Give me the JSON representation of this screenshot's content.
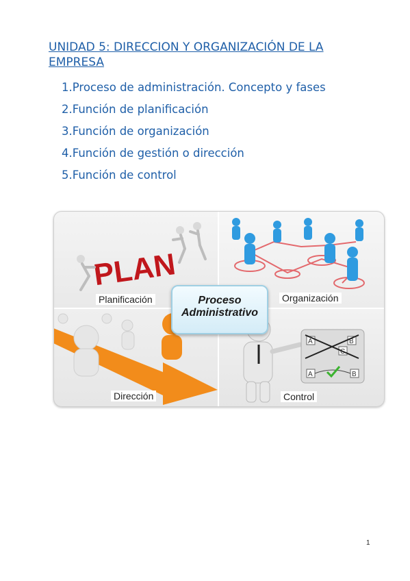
{
  "heading": "UNIDAD 5: DIRECCION Y ORGANIZACIÓN DE LA EMPRESA",
  "toc": [
    "1.Proceso de administración. Concepto y fases",
    "2.Función de planificación",
    "3.Función de organización",
    "4.Función de gestión o dirección",
    "5.Función de control"
  ],
  "figure": {
    "center_line1": "Proceso",
    "center_line2": "Administrativo",
    "plan_word": "PLAN",
    "cap_planificacion": "Planificación",
    "cap_organizacion": "Organización",
    "cap_direccion": "Dirección",
    "cap_control": "Control",
    "board_a1": "A",
    "board_b1": "B",
    "board_c": "C",
    "board_a2": "A",
    "board_b2": "B"
  },
  "page_number": "1",
  "colors": {
    "heading": "#1f5fa8",
    "plan_red": "#c0171c",
    "arrow_orange": "#f28c1b",
    "network_blue": "#2f9be0"
  }
}
